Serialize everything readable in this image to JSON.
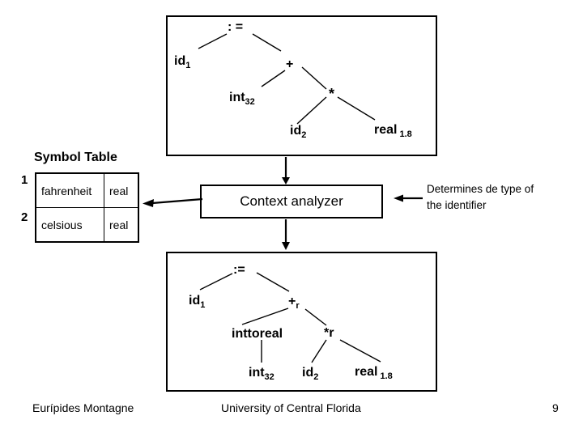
{
  "colors": {
    "ink": "#000000",
    "background": "#ffffff"
  },
  "top_tree": {
    "nodes": {
      "root": {
        "base": ": ="
      },
      "id1": {
        "base": "id",
        "sub": "1"
      },
      "plus": {
        "base": "+"
      },
      "int32": {
        "base": "int",
        "sub": "32"
      },
      "star": {
        "base": "*"
      },
      "id2": {
        "base": "id",
        "sub": "2"
      },
      "real18": {
        "base": "real",
        "sub": "1.8"
      }
    }
  },
  "symbol_table": {
    "title": "Symbol Table",
    "rows": [
      {
        "index": "1",
        "name": "fahrenheit",
        "type": "real"
      },
      {
        "index": "2",
        "name": "celsious",
        "type": "real"
      }
    ]
  },
  "analyzer": {
    "label": "Context analyzer"
  },
  "annotation": {
    "line1": "Determines de type of",
    "line2": "the identifier"
  },
  "bottom_tree": {
    "nodes": {
      "root": {
        "base": ":="
      },
      "id1": {
        "base": "id",
        "sub": "1"
      },
      "plus_r": {
        "base": "+",
        "sub": "r"
      },
      "inttoreal": {
        "base": "inttoreal"
      },
      "star_r": {
        "base": "*r"
      },
      "int32": {
        "base": "int",
        "sub": "32"
      },
      "id2": {
        "base": "id",
        "sub": "2"
      },
      "real18": {
        "base": "real",
        "sub": "1.8"
      }
    }
  },
  "footer": {
    "author": "Eurípides Montagne",
    "institution": "University of Central Florida",
    "page_number": "9"
  }
}
